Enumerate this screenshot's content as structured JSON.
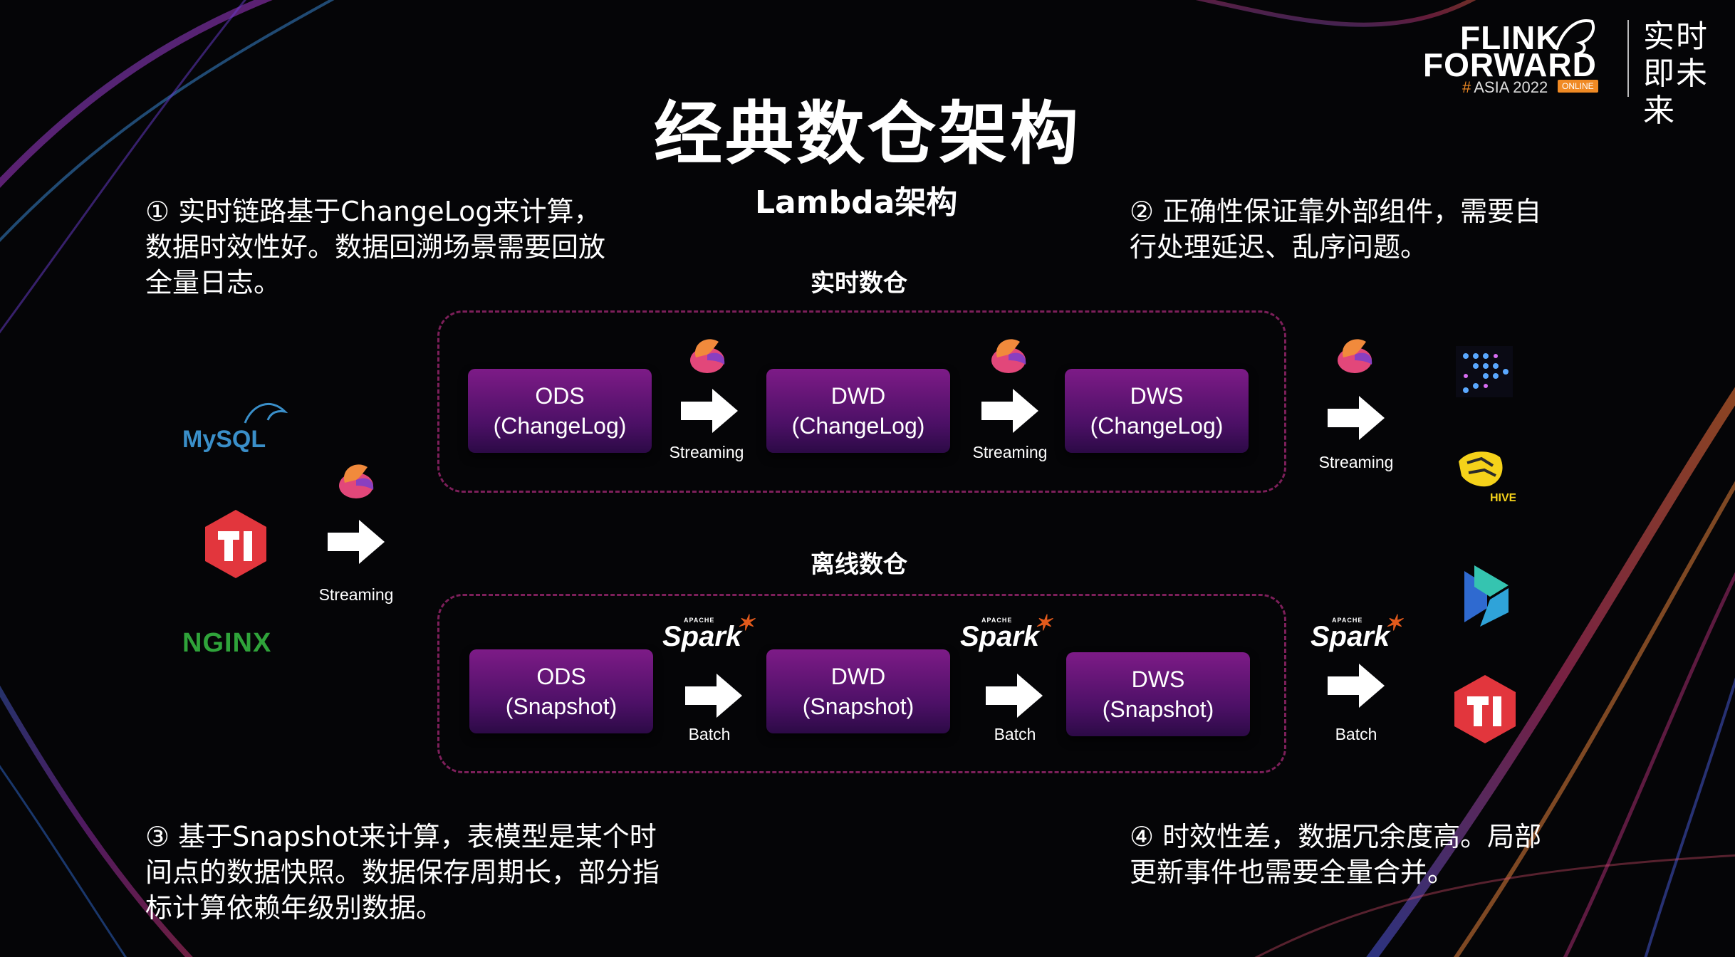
{
  "brand": {
    "line1": "FLINK",
    "line2": "FORWARD",
    "sub_hash": "#",
    "sub_text": "ASIA 2022",
    "badge": "ONLINE",
    "slogan": "实时即未来"
  },
  "title": "经典数仓架构",
  "subtitle": "Lambda架构",
  "sections": {
    "realtime": "实时数仓",
    "offline": "离线数仓"
  },
  "notes": {
    "n1": [
      "① 实时链路基于ChangeLog来计算，",
      "数据时效性好。数据回溯场景需要回放",
      "全量日志。"
    ],
    "n2": [
      "② 正确性保证靠外部组件，需要自",
      "行处理延迟、乱序问题。"
    ],
    "n3": [
      "③ 基于Snapshot来计算，表模型是某个时",
      "间点的数据快照。数据保存周期长，部分指",
      "标计算依赖年级别数据。"
    ],
    "n4": [
      "④ 时效性差，数据冗余度高。局部",
      "更新事件也需要全量合并。"
    ]
  },
  "nodes": {
    "rt": [
      {
        "name": "ODS",
        "sub": "(ChangeLog)"
      },
      {
        "name": "DWD",
        "sub": "(ChangeLog)"
      },
      {
        "name": "DWS",
        "sub": "(ChangeLog)"
      }
    ],
    "off": [
      {
        "name": "ODS",
        "sub": "(Snapshot)"
      },
      {
        "name": "DWD",
        "sub": "(Snapshot)"
      },
      {
        "name": "DWS",
        "sub": "(Snapshot)"
      }
    ]
  },
  "edges": {
    "source": "Streaming",
    "rt": [
      "Streaming",
      "Streaming",
      "Streaming"
    ],
    "off": [
      "Batch",
      "Batch",
      "Batch"
    ]
  },
  "sources": {
    "mysql": "MySQL",
    "nginx": "NGINX"
  },
  "spark_label": "Spark",
  "spark_apache": "APACHE",
  "hive_label": "HIVE",
  "colors": {
    "node_top": "#7d1b87",
    "node_bottom": "#2c0a46",
    "dash": "#7d1f5a",
    "tidb_red": "#e2363d",
    "mysql_blue": "#3a8fc9",
    "nginx_green": "#2fa33a",
    "brand_orange": "#f08a24"
  }
}
